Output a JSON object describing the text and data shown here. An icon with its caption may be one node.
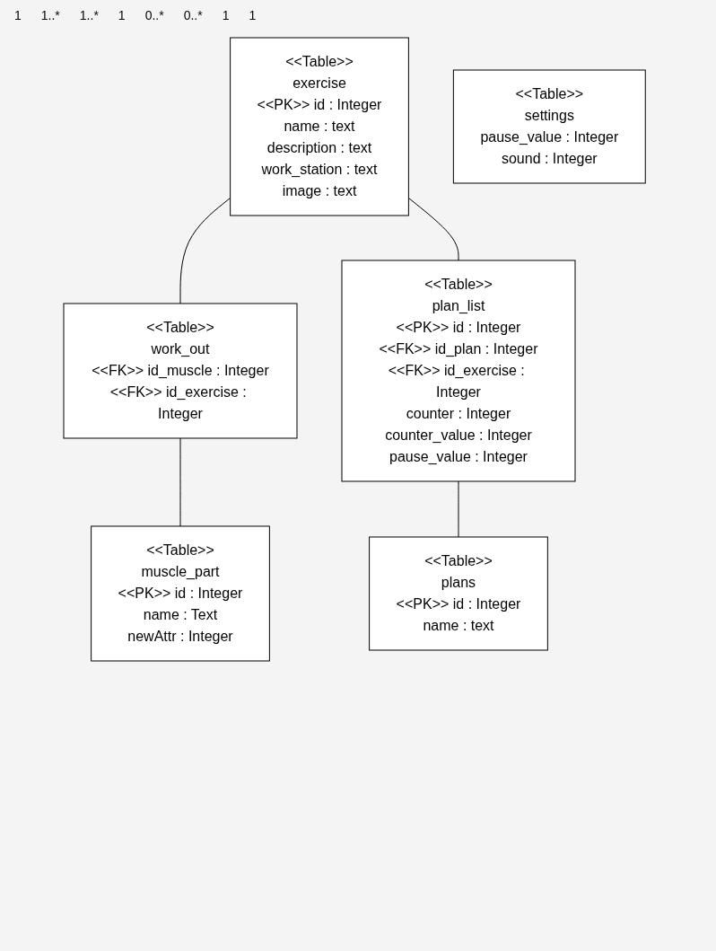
{
  "diagram": {
    "nodes": [
      {
        "text": [
          "<<Table>>",
          "exercise",
          "<<PK>> id : Integer",
          "name : text",
          "description : text",
          "work_station : text",
          "image : text"
        ]
      },
      {
        "text": [
          "<<Table>>",
          "work_out",
          "<<FK>> id_muscle : Integer",
          "<<FK>> id_exercise : Integer"
        ]
      },
      {
        "text": [
          "<<Table>>",
          "muscle_part",
          "<<PK>> id : Integer",
          "name : Text",
          "newAttr : Integer"
        ]
      },
      {
        "text": [
          "<<Table>>",
          "plan_list",
          "<<PK>> id : Integer",
          "<<FK>> id_plan : Integer",
          "<<FK>> id_exercise : Integer",
          "counter : Integer",
          "counter_value : Integer",
          "pause_value : Integer"
        ]
      },
      {
        "text": [
          "<<Table>>",
          "plans",
          "<<PK>> id : Integer",
          "name : text"
        ]
      },
      {
        "text": [
          "<<Table>>",
          "settings",
          "pause_value : Integer",
          "sound : Integer"
        ]
      }
    ],
    "edges": [
      {
        "from": 0,
        "to": 1,
        "arrow": "none"
      },
      {
        "from": 1,
        "to": 2,
        "arrow": "none"
      },
      {
        "from": 0,
        "to": 3,
        "arrow": "none"
      },
      {
        "from": 3,
        "to": 4,
        "arrow": "none"
      }
    ],
    "labels": [
      "1",
      "1..*",
      "1..*",
      "1",
      "0..*",
      "0..*",
      "1",
      "1"
    ]
  }
}
